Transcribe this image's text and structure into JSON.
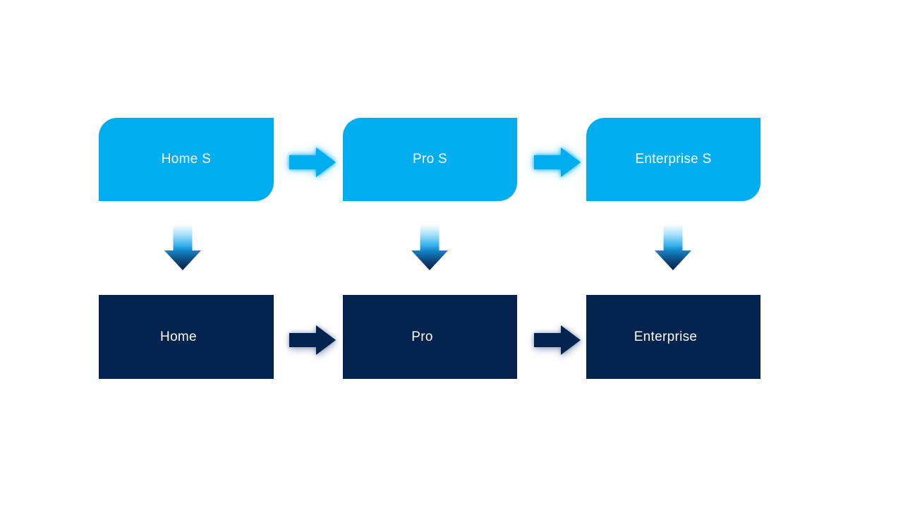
{
  "diagram": {
    "top_row": [
      {
        "label": "Home S"
      },
      {
        "label": "Pro S"
      },
      {
        "label": "Enterprise S"
      }
    ],
    "bottom_row": [
      {
        "label": "Home"
      },
      {
        "label": "Pro"
      },
      {
        "label": "Enterprise"
      }
    ],
    "icons": {
      "right_arrow": "right-arrow-icon",
      "down_arrow": "down-arrow-icon"
    }
  },
  "colors": {
    "background": "#FFFFFF",
    "light_blue": "#00AEEF",
    "navy": "#03234F",
    "text": "#FFFFFF",
    "grad_top": "#FFFFFF",
    "grad_light": "#A9E1FA",
    "grad_mid": "#38B4EE",
    "grad_deep": "#1284C6",
    "grad_dark": "#0D4A80",
    "grad_tip": "#071F47"
  }
}
